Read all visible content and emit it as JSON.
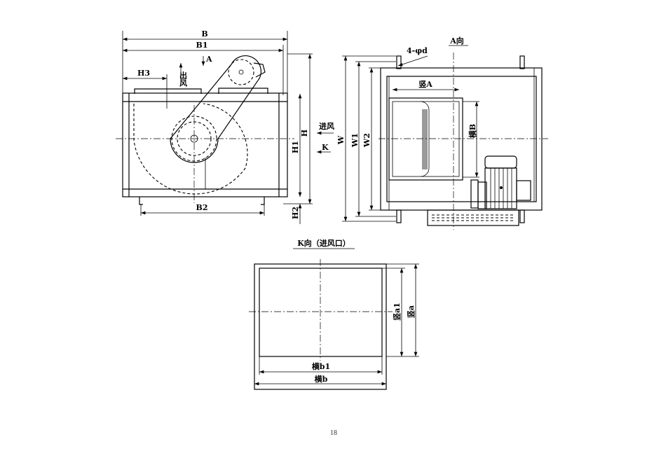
{
  "side_view": {
    "dim_B": "B",
    "dim_B1": "B1",
    "view_arrow_A": "A",
    "dim_H3": "H3",
    "outlet": "出风",
    "dim_H": "H",
    "inlet": "进风",
    "view_arrow_K": "K",
    "dim_H1": "H1",
    "dim_H2": "H2",
    "dim_B2": "B2"
  },
  "a_view": {
    "title": "A向",
    "holes": "4-φd",
    "dim_W": "W",
    "dim_W1": "W1",
    "dim_W2": "W2",
    "dim_vertical_A": "竖A",
    "dim_horizontal_B": "横B"
  },
  "k_view": {
    "title": "K向（进风口）",
    "dim_a1": "竖a1",
    "dim_a": "竖a",
    "dim_b1": "横b1",
    "dim_b": "横b"
  },
  "page_number": "18"
}
